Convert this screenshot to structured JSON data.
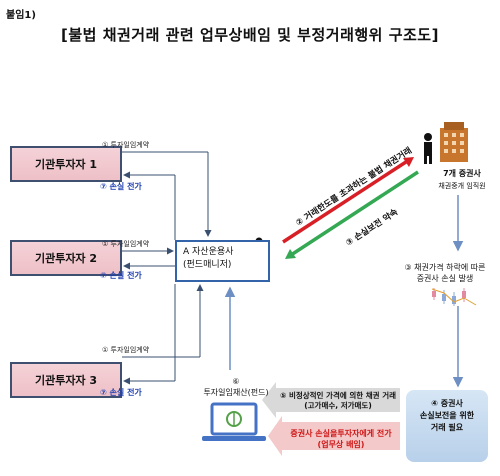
{
  "tag": "붙임1)",
  "title": "[불법 채권거래 관련 업무상배임 및 부정거래행위 구조도]",
  "investors": [
    "기관투자자 1",
    "기관투자자 2",
    "기관투자자 3"
  ],
  "contract_label": "① 투자일임계약",
  "loss_label": "⑦ 손실 전가",
  "asset_manager": {
    "line1": "A 자산운용사",
    "line2": "(펀드매니저)"
  },
  "securities": {
    "line1": "7개 증권사",
    "line2": "채권중개 임직원"
  },
  "arrow_illegal": "② 거래한도를 초과하는 불법 채권거래",
  "arrow_promise": "③ 손실보전 약속",
  "price_drop": {
    "line1": "③ 채권가격 하락에 따른",
    "line2": "증권사 손실 발생"
  },
  "step4": {
    "line1": "④ 증권사",
    "line2": "손실보전을 위한",
    "line3": "거래 필요"
  },
  "step5": {
    "line1": "⑤ 비정상적인 가격에 의한 채권 거래",
    "line2": "(고가매수, 저가매도)"
  },
  "step6": {
    "num": "⑥",
    "label": "투자일임재산(펀드)"
  },
  "transfer": {
    "line1": "증권사 손실을투자자에게 전가",
    "line2": "(업무상 배임)"
  }
}
